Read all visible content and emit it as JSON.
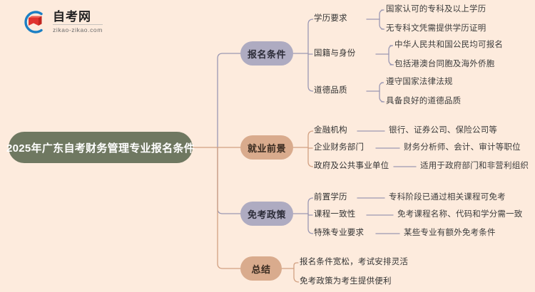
{
  "background_color": "#fdebdd",
  "logo": {
    "name_cn": "自考网",
    "domain": "zikao-zikao.com",
    "mark_icon": "graduation-book-icon",
    "arc_color": "#1b7fc4",
    "book_color": "#e0332f"
  },
  "mindmap": {
    "root": {
      "label": "2025年广东自考财务管理专业报名条件",
      "color": "#6f7861",
      "text_color": "#ffffff"
    },
    "branches": [
      {
        "label": "报名条件",
        "color": "#aeabc1",
        "line_color": "#9b98b3",
        "children": [
          {
            "label": "学历要求",
            "children": [
              {
                "label": "国家认可的专科及以上学历"
              },
              {
                "label": "无专科文凭需提供学历证明"
              }
            ]
          },
          {
            "label": "国籍与身份",
            "children": [
              {
                "label": "中华人民共和国公民均可报名"
              },
              {
                "label": "包括港澳台同胞及海外侨胞"
              }
            ]
          },
          {
            "label": "道德品质",
            "children": [
              {
                "label": "遵守国家法律法规"
              },
              {
                "label": "具备良好的道德品质"
              }
            ]
          }
        ]
      },
      {
        "label": "就业前景",
        "color": "#d9ab8d",
        "line_color": "#d2a183",
        "children": [
          {
            "label": "金融机构",
            "children": [
              {
                "label": "银行、证券公司、保险公司等"
              }
            ]
          },
          {
            "label": "企业财务部门",
            "children": [
              {
                "label": "财务分析师、会计、审计等职位"
              }
            ]
          },
          {
            "label": "政府及公共事业单位",
            "children": [
              {
                "label": "适用于政府部门和非营利组织"
              }
            ]
          }
        ]
      },
      {
        "label": "免考政策",
        "color": "#aeabc1",
        "line_color": "#9b98b3",
        "children": [
          {
            "label": "前置学历",
            "children": [
              {
                "label": "专科阶段已通过相关课程可免考"
              }
            ]
          },
          {
            "label": "课程一致性",
            "children": [
              {
                "label": "免考课程名称、代码和学分需一致"
              }
            ]
          },
          {
            "label": "特殊专业要求",
            "children": [
              {
                "label": "某些专业有额外免考条件"
              }
            ]
          }
        ]
      },
      {
        "label": "总结",
        "color": "#d9ab8d",
        "line_color": "#d2a183",
        "children": [
          {
            "label": "报名条件宽松，考试安排灵活",
            "children": []
          },
          {
            "label": "免考政策为考生提供便利",
            "children": []
          }
        ]
      }
    ]
  }
}
